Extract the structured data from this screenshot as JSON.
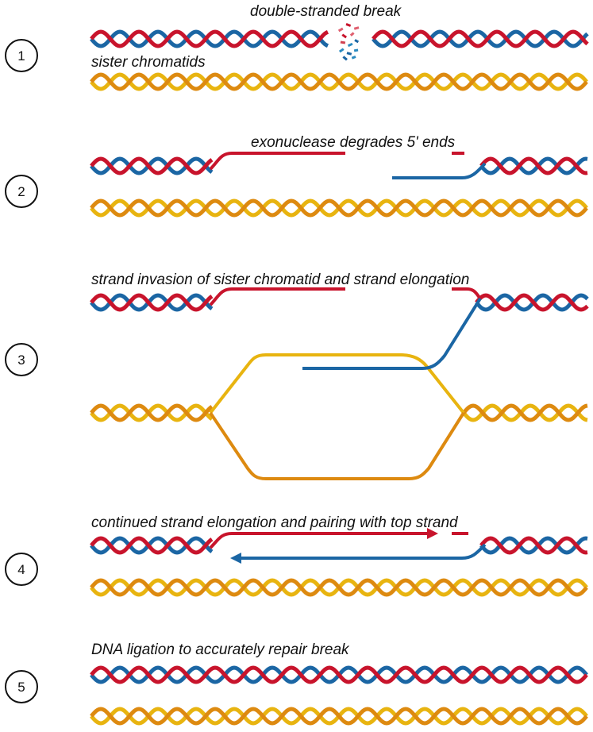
{
  "colors": {
    "red": "#c8142c",
    "blue": "#1b66a4",
    "orange": "#dd8a10",
    "yellow": "#e8b410",
    "text": "#111111"
  },
  "steps": [
    {
      "number": "1",
      "label": "double-stranded break",
      "sublabel": "sister chromatids"
    },
    {
      "number": "2",
      "label": "exonuclease degrades 5' ends"
    },
    {
      "number": "3",
      "label": "strand invasion of sister chromatid and strand elongation"
    },
    {
      "number": "4",
      "label": "continued strand elongation and pairing with top strand"
    },
    {
      "number": "5",
      "label": "DNA ligation to accurately repair break"
    }
  ]
}
